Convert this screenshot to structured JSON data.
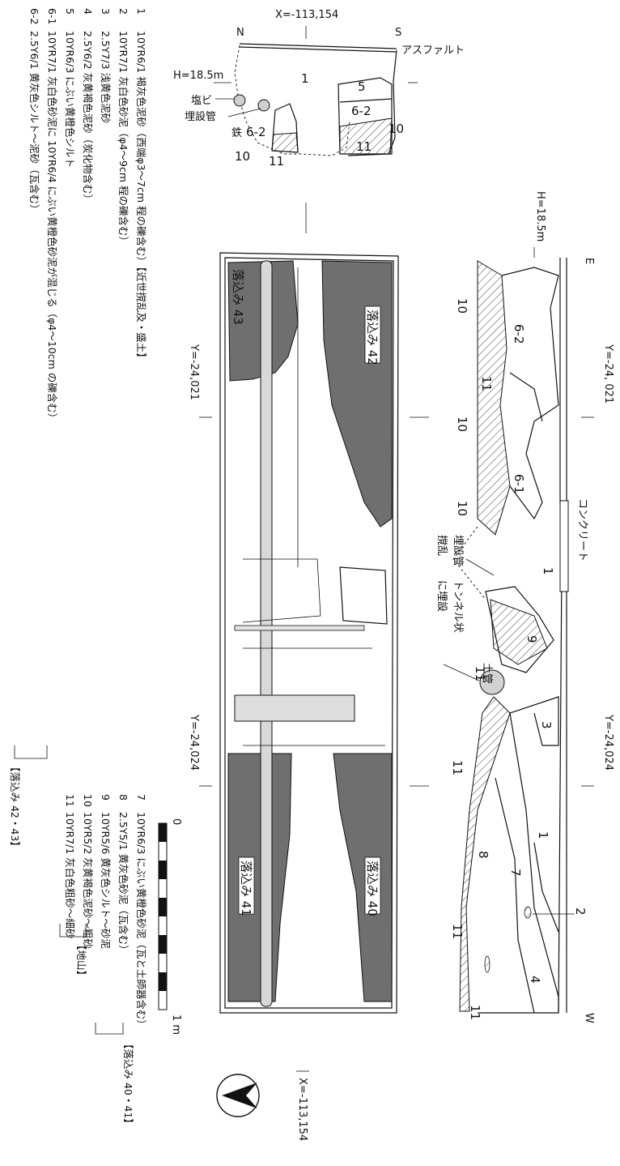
{
  "coords": {
    "x_top": "X=-113,154",
    "x_bottom": "X=-113,154",
    "y_a_plan": "Y=-24,021",
    "y_b_plan": "Y=-24,024",
    "y_a_section": "Y=-24, 021",
    "y_b_section": "Y=-24,024",
    "h_north": "H=18.5m",
    "h_east": "H=18.5m"
  },
  "directions": {
    "n": "N",
    "s": "S",
    "e": "E",
    "w": "W"
  },
  "ns_section": {
    "asphalt": "アスファルト",
    "pvc": "塩ビ",
    "buried_pipe": "埋設管",
    "iron": "鉄",
    "labels": [
      "1",
      "5",
      "6-2",
      "6-2",
      "10",
      "10",
      "11",
      "11"
    ]
  },
  "ew_section": {
    "concrete": "コンクリート",
    "buried_pipe": "埋設管",
    "disturbed": "撹乱",
    "tunnel": "トンネル状",
    "buried_in": "に埋設",
    "clay_pipe": "土管",
    "labels": [
      "6-2",
      "11",
      "10",
      "10",
      "6-1",
      "10",
      "1",
      "9",
      "11",
      "3",
      "11",
      "1",
      "8",
      "7",
      "11",
      "2",
      "4",
      "11"
    ]
  },
  "plan": {
    "pit_40": "落込み 40",
    "pit_41": "落込み 41",
    "pit_42": "落込み 42",
    "pit_43": "落込み 43"
  },
  "scale": {
    "zero": "0",
    "one": "1 m"
  },
  "legend": {
    "left_rows": [
      {
        "num": "1",
        "text": "10YR6/1 褐灰色泥砂（西端φ3～7cm 程の礫含む）【近世撹乱及・盛土】"
      },
      {
        "num": "2",
        "text": "10YR7/1 灰白色砂泥（φ4～9cm 程の礫含む）"
      },
      {
        "num": "3",
        "text": "2.5Y7/3 浅黄色泥砂"
      },
      {
        "num": "4",
        "text": "2.5Y6/2 灰黄褐色泥砂（炭化物含む）"
      },
      {
        "num": "5",
        "text": "10YR6/3 にぶい黄橙色シルト"
      },
      {
        "num": "6-1",
        "text": "10YR7/1 灰白色砂泥に 10YR6/4 にぶい黄橙色砂泥が混じる（φ4～10cm の礫含む）"
      },
      {
        "num": "6-2",
        "text": "2.5Y6/1 黄灰色シルト～泥砂（瓦含む）"
      }
    ],
    "left_group": "【落込み 42・43】",
    "right_rows": [
      {
        "num": "7",
        "text": "10YR6/3 にぶい黄橙色砂泥（瓦と土師器含む）"
      },
      {
        "num": "8",
        "text": "2.5Y5/1 黄灰色砂泥（瓦含む）"
      },
      {
        "num": "9",
        "text": "10YR5/6 黄灰色シルト～砂泥"
      },
      {
        "num": "10",
        "text": "10YR5/2 灰黄褐色泥砂～粗砂"
      },
      {
        "num": "11",
        "text": "10YR7/1 灰白色粗砂～細砂"
      }
    ],
    "right_group_a": "【落込み 40・41】",
    "right_group_b": "【地山】"
  }
}
